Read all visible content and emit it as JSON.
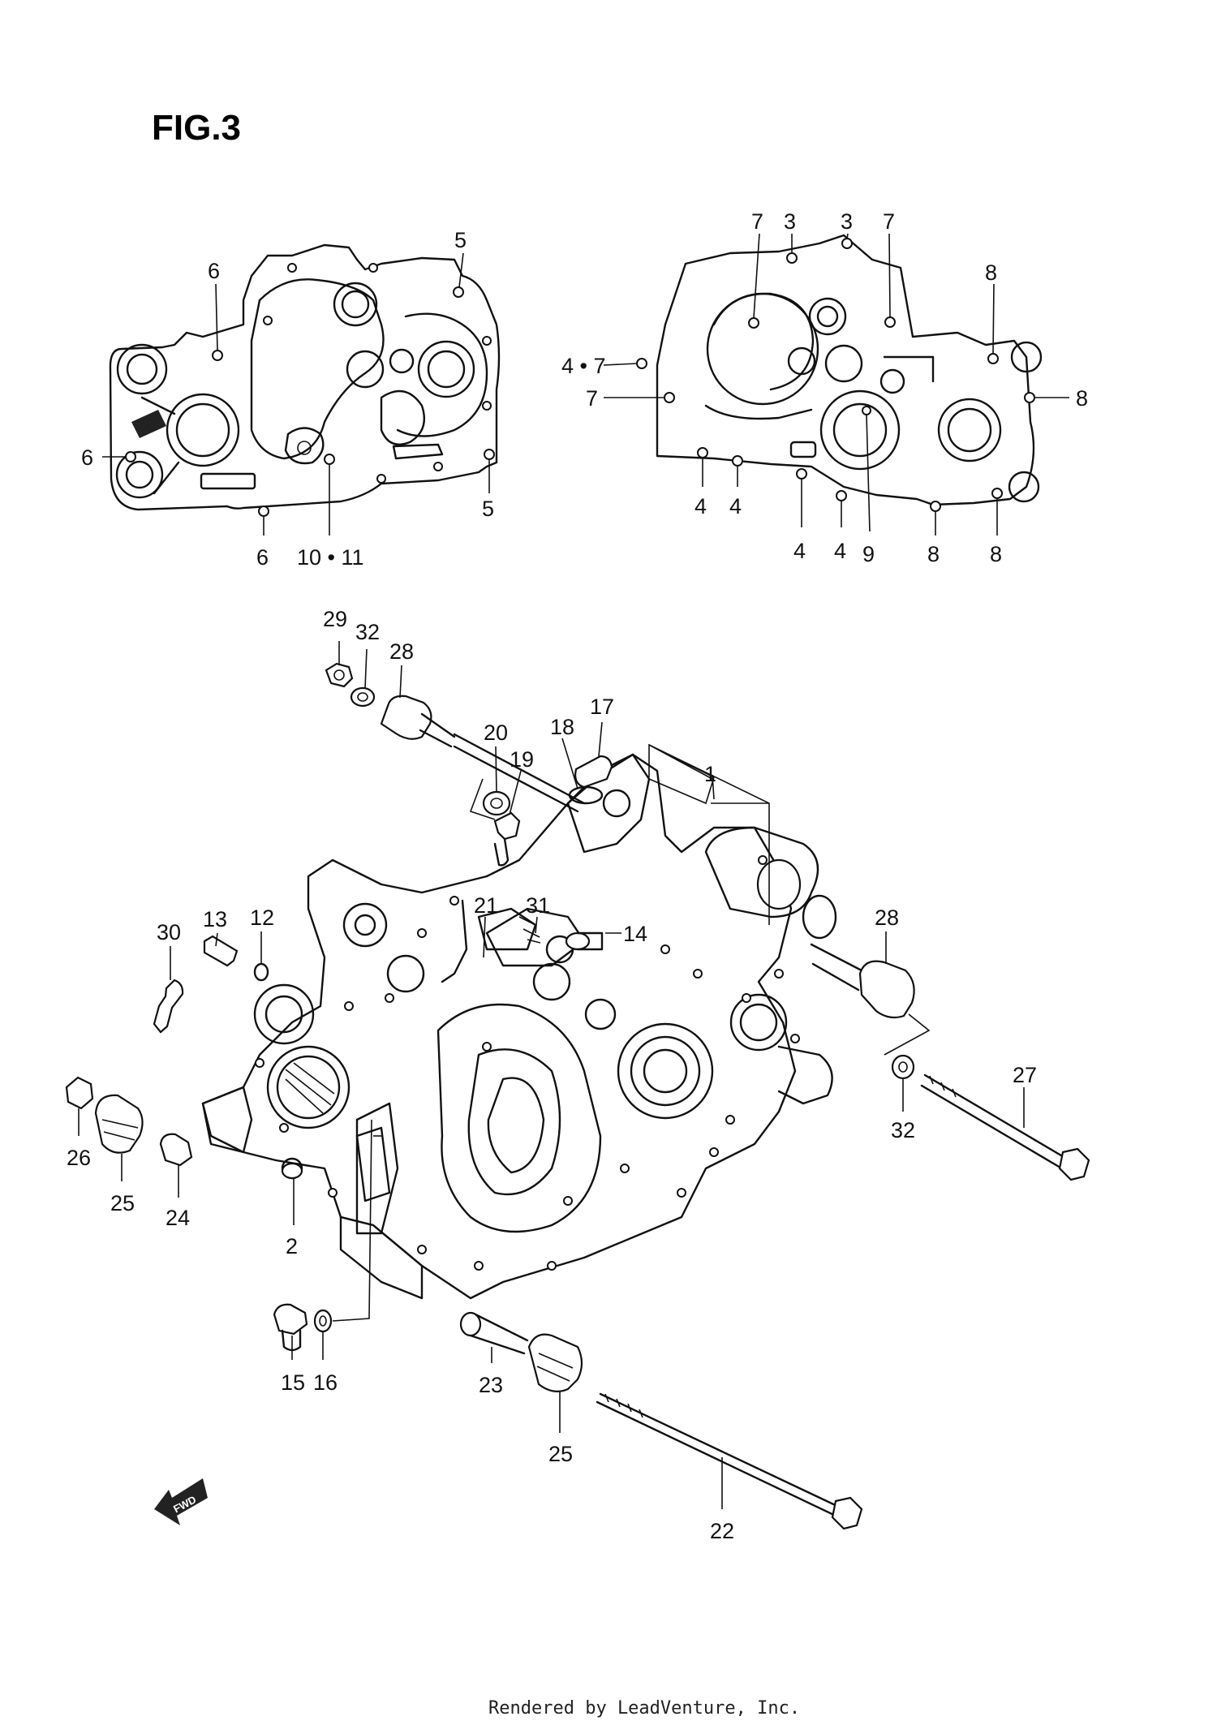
{
  "figure": {
    "title": "FIG.3",
    "fwd_label": "FWD",
    "footer": "Rendered by LeadVenture, Inc."
  },
  "callouts": {
    "left_case": [
      "6",
      "5",
      "6",
      "5",
      "6",
      "10 • 11"
    ],
    "right_case": [
      "7",
      "3",
      "3",
      "7",
      "8",
      "4 • 7",
      "7",
      "8",
      "4",
      "4",
      "4",
      "4",
      "9",
      "8",
      "8"
    ],
    "assembly": [
      "29",
      "32",
      "28",
      "20",
      "19",
      "18",
      "17",
      "1",
      "21",
      "31",
      "14",
      "13",
      "12",
      "30",
      "28",
      "27",
      "32",
      "26",
      "25",
      "24",
      "2",
      "15",
      "16",
      "23",
      "25",
      "22"
    ]
  }
}
